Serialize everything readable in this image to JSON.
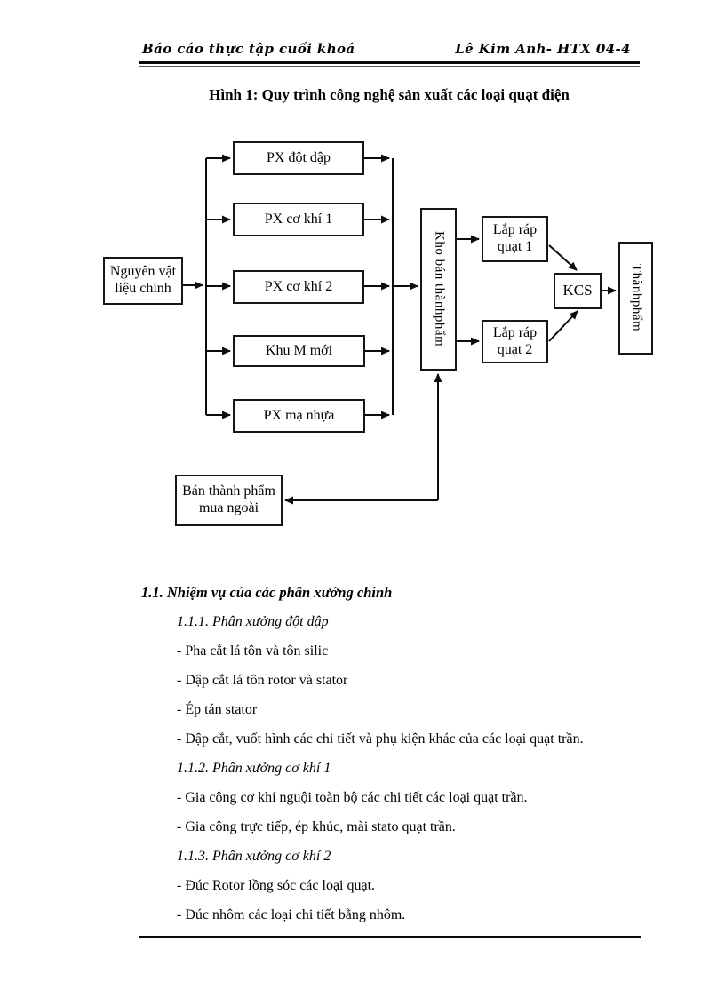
{
  "header": {
    "left": "Báo cáo thực tập cuối khoá",
    "right": "Lê Kim Anh- HTX 04-4"
  },
  "figure": {
    "title": "Hình 1: Quy trình công nghệ sản xuất các loại quạt điện",
    "boxes": {
      "nguyen_vat_lieu": "Nguyên vật liệu chính",
      "px_dot_dap": "PX đột dập",
      "px_co_khi_1": "PX cơ khí 1",
      "px_co_khi_2": "PX cơ khí 2",
      "khu_m_moi": "Khu M mới",
      "px_ma_nhua": "PX mạ nhựa",
      "kho_ban_thanh_pham": "Kho bán thànhphẩm",
      "lap_rap_quat_1": "Lắp ráp quạt 1",
      "lap_rap_quat_2": "Lắp ráp quạt 2",
      "kcs": "KCS",
      "thanh_pham": "Thànhphẩm",
      "ban_thanh_pham_mua_ngoai": "Bán thành phẩm mua ngoài"
    }
  },
  "content": {
    "paragraphs": [
      {
        "style": "h2",
        "text": "1.1. Nhiệm vụ của các phân xưởng chính"
      },
      {
        "style": "h3",
        "text": "1.1.1. Phân xưởng đột dập"
      },
      {
        "style": "li",
        "text": "- Pha cắt lá tôn và tôn silic"
      },
      {
        "style": "li",
        "text": "- Dập cắt lá tôn rotor và stator"
      },
      {
        "style": "li",
        "text": "- Ép tán stator"
      },
      {
        "style": "li",
        "text": "- Dập cắt, vuốt hình các chi tiết và phụ kiện khác của các loại quạt trần."
      },
      {
        "style": "h3",
        "text": "1.1.2. Phân xưởng cơ khí 1"
      },
      {
        "style": "li",
        "text": "- Gia công cơ khí nguội toàn bộ các chi tiết các loại quạt trần."
      },
      {
        "style": "li",
        "text": "- Gia công trực tiếp, ép khúc, mài stato quạt trần."
      },
      {
        "style": "h3",
        "text": "1.1.3. Phân xưởng cơ khí 2"
      },
      {
        "style": "li",
        "text": "- Đúc Rotor lồng sóc các loại quạt."
      },
      {
        "style": "li",
        "text": "- Đúc nhôm các loại chi tiết bằng nhôm."
      }
    ]
  },
  "colors": {
    "ink": "#000000",
    "rule": "#0a0a0a",
    "box_border": "#161616"
  }
}
